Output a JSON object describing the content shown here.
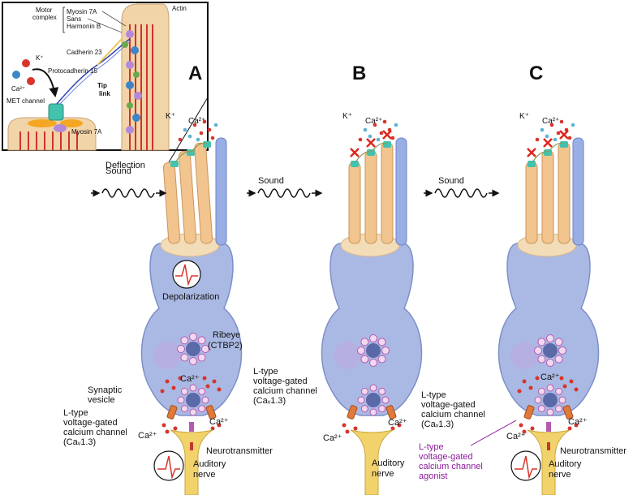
{
  "panels": [
    "A",
    "B",
    "C"
  ],
  "inset": {
    "actin": "Actin",
    "motor_complex": [
      "Motor",
      "complex"
    ],
    "myosin7a_top": "Myosin 7A",
    "sans": "Sans",
    "harmonin": "Harmonin B",
    "cadherin": "Cadherin 23",
    "protocadherin": "Protocadherin 15",
    "tip_link": [
      "Tip",
      "link"
    ],
    "k_ion": "K⁺",
    "ca_ion": "Ca²⁺",
    "met_channel": "MET channel",
    "myosin7a_bottom": "Myosin 7A"
  },
  "labels": {
    "sound": "Sound",
    "deflection": "Deflection",
    "k_ion": "K⁺",
    "ca_ion": "Ca²⁺",
    "depolarization": "Depolarization",
    "ribeye": [
      "Ribeye",
      "(CTBP2)"
    ],
    "synaptic_vesicle": [
      "Synaptic",
      "vesicle"
    ],
    "ltype": [
      "L-type",
      "voltage-gated",
      "calcium channel",
      "(Caᵥ1.3)"
    ],
    "neurotransmitter": "Neurotransmitter",
    "auditory_nerve": [
      "Auditory",
      "nerve"
    ],
    "agonist": [
      "L-type",
      "voltage-gated",
      "calcium channel",
      "agonist"
    ]
  },
  "colors": {
    "cell_body": "#aab9e3",
    "cell_outline": "#7d8fc8",
    "stereocilia": "#f2c48e",
    "nerve": "#f2d26b",
    "calcium": "#d8342b",
    "potassium": "#5db2d6",
    "met_channel": "#43c2ad",
    "block": "#e0261e",
    "agonist": "#8c1a9c"
  }
}
